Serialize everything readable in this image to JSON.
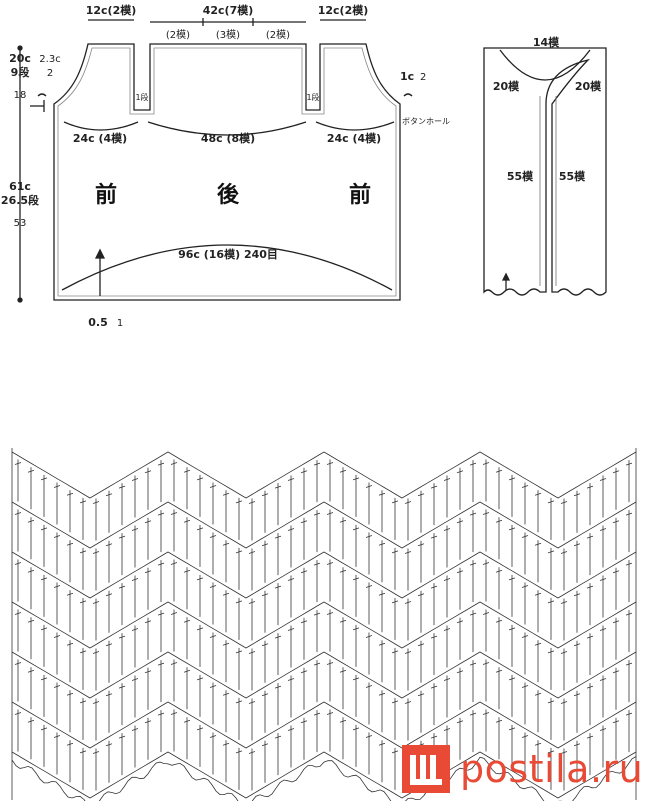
{
  "schematic": {
    "top_left_width": "12c(2模)",
    "top_center_width": "42c(7模)",
    "top_right_width": "12c(2模)",
    "center_sub_1": "(2模)",
    "center_sub_2": "(3模)",
    "center_sub_3": "(2模)",
    "left_height_top": "20c",
    "left_height_top_rows": "9段",
    "left_dim_a": "2.3c",
    "left_dim_a_rows": "2",
    "left_dim_b": "18",
    "armhole_left": "1段",
    "armhole_right": "1段",
    "right_top_dim": "1c",
    "right_top_rows": "2",
    "button_hole_label": "ボタンホール",
    "waist_left": "24c (4模)",
    "waist_center": "48c (8模)",
    "waist_right": "24c (4模)",
    "front_left": "前",
    "back": "後",
    "front_right": "前",
    "body_height": "61c",
    "body_height_rows": "26.5段",
    "body_height_count": "53",
    "hem_width": "96c (16模) 240目",
    "hem_dim": "0.5",
    "hem_rows": "1"
  },
  "edging": {
    "top": "14模",
    "left_curve": "20模",
    "right_curve": "20模",
    "left_side": "55模",
    "right_side": "55模"
  },
  "watermark": {
    "text": "postila.ru"
  }
}
